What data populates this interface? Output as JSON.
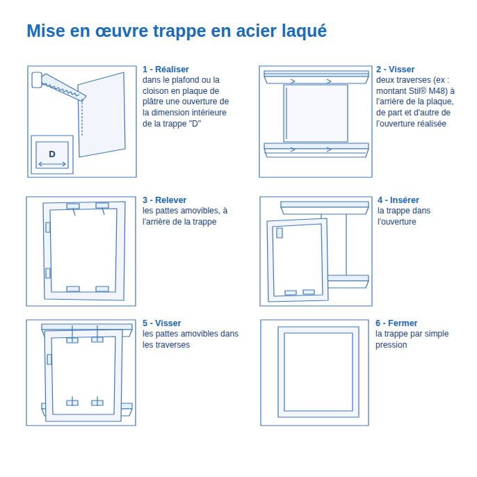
{
  "diagram": {
    "title": "Mise en œuvre trappe en acier laqué",
    "nodes": [
      {
        "text": [
          "1 - Réaliser",
          "dans le plafond ou la cloison en plaque de plâtre une ouverture de la dimension intérieure de la trappe \"D\""
        ]
      },
      {
        "text": [
          "2 - Visser",
          "deux traverses (ex : montant Stil® M48) à l'arrière de la plaque, de part et d'autre de l'ouverture réalisée"
        ]
      },
      {
        "text": [
          "3 - Relever",
          "les pattes amovibles, à l'arrière de la trappe"
        ]
      },
      {
        "text": [
          "4 - Insérer",
          "la trappe dans l'ouverture"
        ]
      },
      {
        "text": [
          "5 - Visser",
          "les pattes amovibles dans les traverses"
        ]
      },
      {
        "text": [
          "6 - Fermer",
          "la trappe par simple pression"
        ]
      }
    ],
    "labels": [
      "D"
    ]
  }
}
